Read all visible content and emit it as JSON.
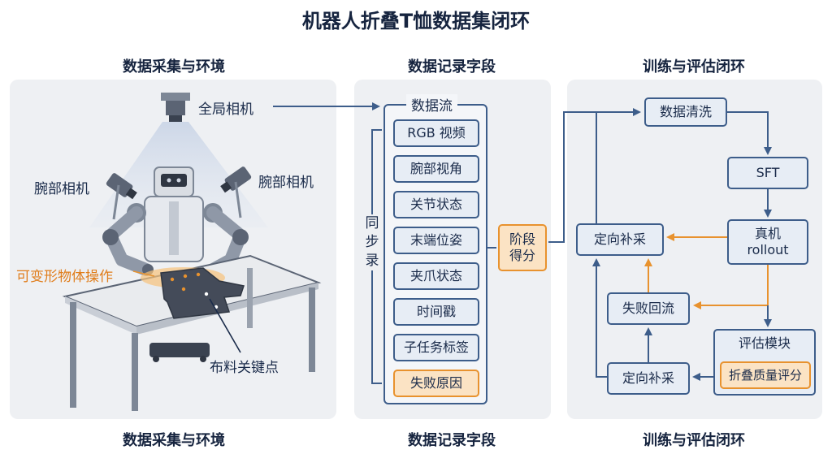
{
  "title": "机器人折叠T恤数据集闭环",
  "sections": {
    "left_top": "数据采集与环境",
    "mid_top": "数据记录字段",
    "right_top": "训练与评估闭环",
    "left_bottom": "数据采集与环境",
    "mid_bottom": "数据记录字段",
    "right_bottom": "训练与评估闭环"
  },
  "scene": {
    "global_camera": "全局相机",
    "wrist_camera_left": "腕部相机",
    "wrist_camera_right": "腕部相机",
    "deformable": "可变形物体操作",
    "keypoints": "布料关键点"
  },
  "record": {
    "stream_title": "数据流",
    "sync": "同步录",
    "fields": [
      "RGB 视频",
      "腕部视角",
      "关节状态",
      "末端位姿",
      "夹爪状态",
      "时间戳",
      "子任务标签",
      "失败原因"
    ],
    "stage": "阶段得分"
  },
  "loop": {
    "clean": "数据清洗",
    "sft": "SFT",
    "rollout_line1": "真机",
    "rollout_line2": "rollout",
    "targeted_top": "定向补采",
    "failure": "失败回流",
    "targeted_bottom": "定向补采",
    "eval": "评估模块",
    "fold_score": "折叠质量评分"
  },
  "colors": {
    "navy": "#3d5d8a",
    "orange": "#e8922e",
    "panel": "#eef0f3"
  }
}
